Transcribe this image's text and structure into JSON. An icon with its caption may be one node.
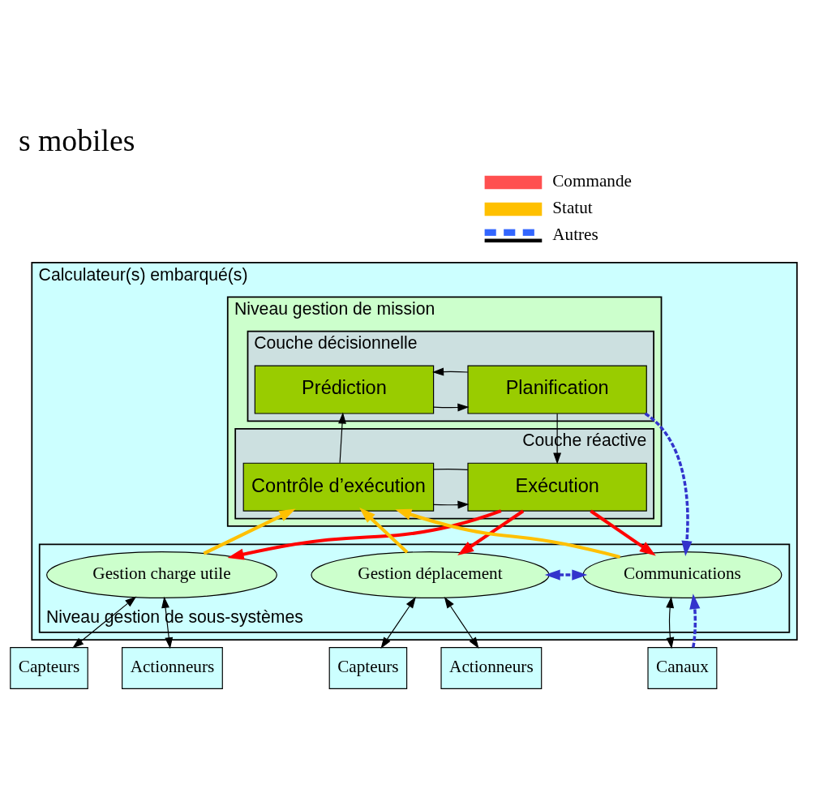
{
  "diagram": {
    "title": "s mobiles",
    "nodes": [
      {
        "text": [
          "Calculateur(s) embarqué(s)"
        ]
      },
      {
        "text": [
          "Niveau gestion de mission"
        ],
        "in": 0
      },
      {
        "text": [
          "Couche décisionnelle"
        ],
        "in": 1
      },
      {
        "text": [
          "Prédiction"
        ],
        "in": 2
      },
      {
        "text": [
          "Planification"
        ],
        "in": 2
      },
      {
        "text": [
          "Couche réactive"
        ],
        "in": 1
      },
      {
        "text": [
          "Contrôle d’exécution"
        ],
        "in": 5
      },
      {
        "text": [
          "Exécution"
        ],
        "in": 5
      },
      {
        "text": [
          "Niveau gestion de sous-systèmes"
        ],
        "in": 0
      },
      {
        "text": [
          "Gestion charge utile"
        ],
        "in": 8
      },
      {
        "text": [
          "Gestion déplacement"
        ],
        "in": 8
      },
      {
        "text": [
          "Communications"
        ],
        "in": 8
      },
      {
        "text": [
          "Capteurs"
        ]
      },
      {
        "text": [
          "Actionneurs"
        ]
      },
      {
        "text": [
          "Capteurs"
        ]
      },
      {
        "text": [
          "Actionneurs"
        ]
      },
      {
        "text": [
          "Canaux"
        ]
      }
    ],
    "edges": [
      {
        "from": 3,
        "to": 4,
        "arrow": "to"
      },
      {
        "from": 4,
        "to": 7,
        "arrow": "to"
      },
      {
        "from": 4,
        "to": 3,
        "arrow": "to"
      },
      {
        "from": 6,
        "to": 3,
        "arrow": "to"
      },
      {
        "from": 6,
        "to": 7,
        "arrow": "to"
      },
      {
        "from": 7,
        "to": 6,
        "arrow": "none"
      },
      {
        "from": 4,
        "to": 11,
        "arrow": "to",
        "style": "dashed",
        "color": "#3333cc"
      },
      {
        "from": 9,
        "to": 6,
        "arrow": "to",
        "style": "thick",
        "color": "#ffc000"
      },
      {
        "from": 10,
        "to": 6,
        "arrow": "to",
        "style": "thick",
        "color": "#ffc000"
      },
      {
        "from": 11,
        "to": 6,
        "arrow": "to",
        "style": "thick",
        "color": "#ffc000"
      },
      {
        "from": 7,
        "to": 9,
        "arrow": "to",
        "style": "thick",
        "color": "#ff0000"
      },
      {
        "from": 7,
        "to": 10,
        "arrow": "to",
        "style": "thick",
        "color": "#ff0000"
      },
      {
        "from": 7,
        "to": 11,
        "arrow": "to",
        "style": "thick",
        "color": "#ff0000"
      },
      {
        "from": 10,
        "to": 11,
        "arrow": "both",
        "style": "dashed",
        "color": "#3333cc"
      },
      {
        "from": 9,
        "to": 12,
        "arrow": "both"
      },
      {
        "from": 9,
        "to": 13,
        "arrow": "both"
      },
      {
        "from": 10,
        "to": 14,
        "arrow": "both"
      },
      {
        "from": 10,
        "to": 15,
        "arrow": "both"
      },
      {
        "from": 11,
        "to": 16,
        "arrow": "both"
      },
      {
        "from": 16,
        "to": 11,
        "arrow": "to",
        "style": "dashed",
        "color": "#3333cc"
      }
    ],
    "legend": [
      {
        "text": "Commande"
      },
      {
        "text": "Statut"
      },
      {
        "text": "Autres"
      }
    ]
  }
}
